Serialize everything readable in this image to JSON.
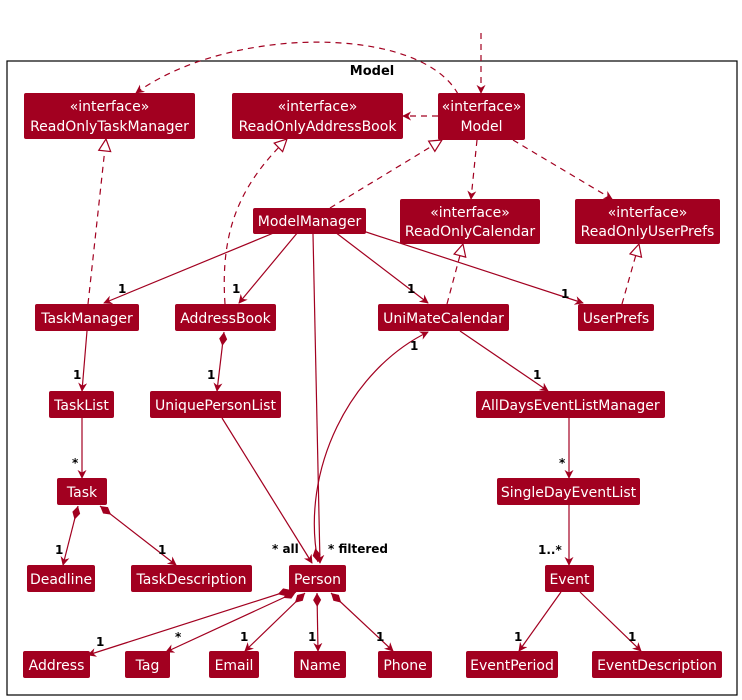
{
  "package": {
    "title": "Model"
  },
  "stereotype": "«interface»",
  "classes": {
    "read_only_task_manager": {
      "name": "ReadOnlyTaskManager"
    },
    "read_only_address_book": {
      "name": "ReadOnlyAddressBook"
    },
    "model": {
      "name": "Model"
    },
    "read_only_calendar": {
      "name": "ReadOnlyCalendar"
    },
    "read_only_user_prefs": {
      "name": "ReadOnlyUserPrefs"
    },
    "model_manager": {
      "name": "ModelManager"
    },
    "task_manager": {
      "name": "TaskManager"
    },
    "address_book": {
      "name": "AddressBook"
    },
    "unimate_calendar": {
      "name": "UniMateCalendar"
    },
    "user_prefs": {
      "name": "UserPrefs"
    },
    "task_list": {
      "name": "TaskList"
    },
    "unique_person_list": {
      "name": "UniquePersonList"
    },
    "all_days_event_list_manager": {
      "name": "AllDaysEventListManager"
    },
    "task": {
      "name": "Task"
    },
    "single_day_event_list": {
      "name": "SingleDayEventList"
    },
    "deadline": {
      "name": "Deadline"
    },
    "task_description": {
      "name": "TaskDescription"
    },
    "person": {
      "name": "Person"
    },
    "event": {
      "name": "Event"
    },
    "address": {
      "name": "Address"
    },
    "tag": {
      "name": "Tag"
    },
    "email": {
      "name": "Email"
    },
    "name": {
      "name": "Name"
    },
    "phone": {
      "name": "Phone"
    },
    "event_period": {
      "name": "EventPeriod"
    },
    "event_description": {
      "name": "EventDescription"
    }
  },
  "multiplicities": {
    "mm_taskmanager": "1",
    "mm_addressbook": "1",
    "mm_calendar": "1",
    "mm_userprefs": "1",
    "tm_tasklist": "1",
    "ab_upl": "1",
    "cal_adelm": "1",
    "tl_task": "*",
    "adelm_sdel": "*",
    "task_deadline": "1",
    "task_desc": "1",
    "upl_person_all": "* all",
    "mm_person_filtered": "* filtered",
    "person_calendar": "1",
    "sdel_event": "1..*",
    "person_address": "1",
    "person_tag": "*",
    "person_email": "1",
    "person_name": "1",
    "person_phone": "1",
    "event_period": "1",
    "event_description": "1"
  }
}
